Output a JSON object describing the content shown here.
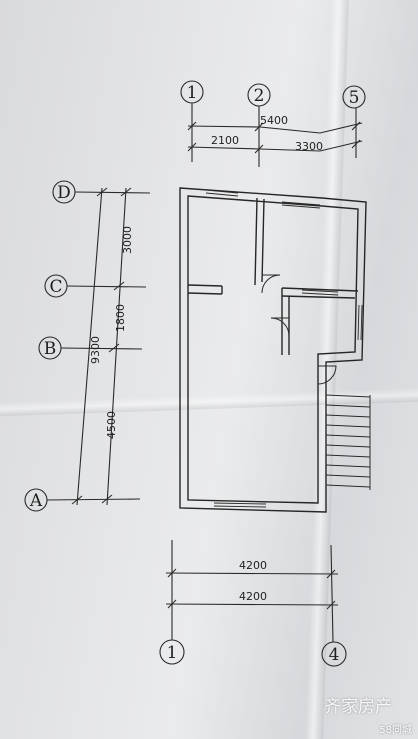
{
  "drawing": {
    "top_axes": [
      "1",
      "2",
      "5"
    ],
    "bottom_axes": [
      "1",
      "4"
    ],
    "side_axes": [
      "D",
      "C",
      "B",
      "A"
    ],
    "top_dims": {
      "overall": "5400",
      "left": "2100",
      "right": "3300"
    },
    "bottom_dims": {
      "upper": "4200",
      "lower": "4200"
    },
    "side_dims": {
      "overall": "9300",
      "upper": "3000",
      "middle": "1800",
      "lower": "4500"
    }
  },
  "watermark": {
    "text": "齐家房产",
    "brand": "58同城"
  }
}
